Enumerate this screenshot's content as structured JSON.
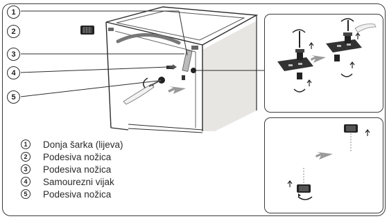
{
  "callouts": [
    {
      "num": "1"
    },
    {
      "num": "2"
    },
    {
      "num": "3"
    },
    {
      "num": "4"
    },
    {
      "num": "5"
    }
  ],
  "legend": [
    {
      "num": "1",
      "text": "Donja šarka (lijeva)"
    },
    {
      "num": "2",
      "text": "Podesiva nožica"
    },
    {
      "num": "3",
      "text": "Podesiva nožica"
    },
    {
      "num": "4",
      "text": "Samourezni vijak"
    },
    {
      "num": "5",
      "text": "Podesiva nožica"
    }
  ],
  "colors": {
    "line": "#2b2b2b",
    "arrow_fill": "#9a9a9a",
    "cabinet_side": "#e6e4e1"
  },
  "icons": [
    "hinge-icon",
    "adjustable-foot-icon",
    "screw-icon",
    "screwdriver-icon",
    "rotation-arrow-icon"
  ]
}
